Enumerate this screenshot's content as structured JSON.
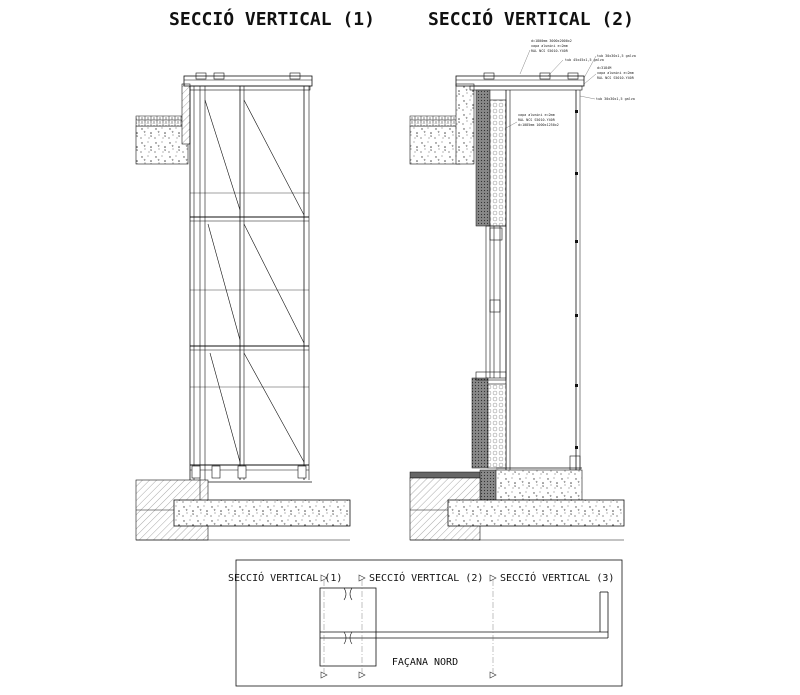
{
  "sections": [
    {
      "title": "SECCIÓ VERTICAL (1)"
    },
    {
      "title": "SECCIÓ VERTICAL (2)"
    }
  ],
  "annotations": [
    "d=1800mm 3000x2000x2",
    "xapa alumini e=2mm",
    "RAL NCS S5010-Y40R",
    "tub 45x45x1,5 galva",
    "tub 30x30x1,5 galva",
    "d=3184M",
    "xapa alumini e=2mm",
    "RAL NCS S5010-Y40R",
    "tub 30x30x1,5 galva",
    "xapa alumini e=2mm",
    "RAL NCS S5010-Y40R",
    "d=1085mm 1000x1250x2"
  ],
  "key_plan": {
    "markers": [
      "SECCIÓ VERTICAL (1)",
      "SECCIÓ VERTICAL (2)",
      "SECCIÓ VERTICAL (3)"
    ],
    "facade_label": "FAÇANA NORD"
  }
}
